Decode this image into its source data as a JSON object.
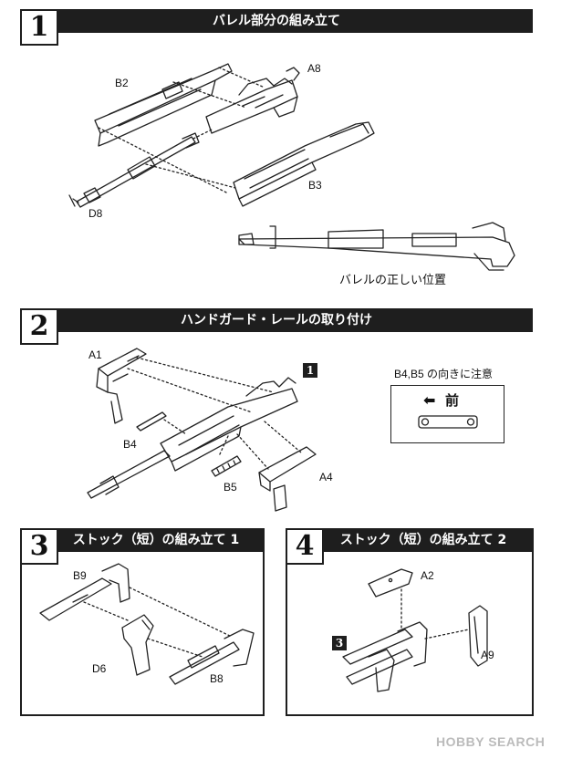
{
  "step1": {
    "number": "1",
    "title": "バレル部分の組み立て",
    "parts": [
      "B2",
      "A8",
      "B3",
      "D8"
    ],
    "caption": "バレルの正しい位置"
  },
  "step2": {
    "number": "2",
    "title": "ハンドガード・レールの取り付け",
    "parts": [
      "A1",
      "B4",
      "B5",
      "A4"
    ],
    "ref": "1",
    "note": "B4,B5 の向きに注意",
    "front_label": "前"
  },
  "step3": {
    "number": "3",
    "title": "ストック（短）の組み立て 1",
    "parts": [
      "B9",
      "D6",
      "B8"
    ]
  },
  "step4": {
    "number": "4",
    "title": "ストック（短）の組み立て 2",
    "parts": [
      "A2",
      "A9"
    ],
    "ref": "3"
  },
  "watermark": "HOBBY SEARCH"
}
